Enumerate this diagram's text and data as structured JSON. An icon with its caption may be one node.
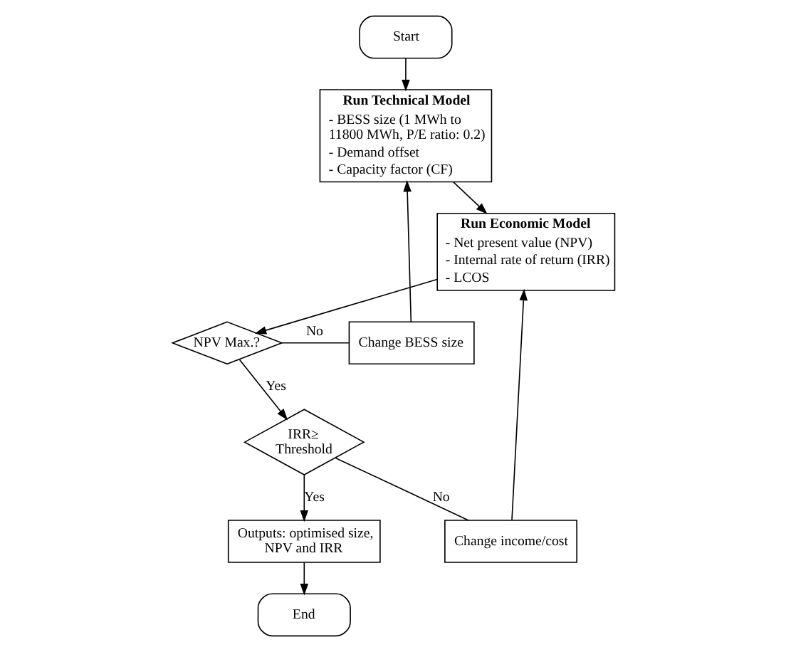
{
  "diagram": {
    "nodes": [
      {
        "text": [
          "Start"
        ]
      },
      {
        "text": [
          "Change BESS size"
        ]
      },
      {
        "text": [
          "Run Technical Model",
          "- BESS size (1 MWh to 11800 MWh, P/E ratio: 0.2)",
          "- Demand offset",
          "- Capacity factor (CF)"
        ]
      },
      {
        "text": [
          "NPV Max.?"
        ]
      },
      {
        "text": [
          "Run Economic Model",
          "- Net present value (NPV)",
          "- Internal rate of return (IRR)",
          "- LCOS"
        ]
      },
      {
        "text": [
          "IRR≥ Threshold"
        ]
      },
      {
        "text": [
          "Outputs: optimised size, NPV and IRR"
        ]
      },
      {
        "text": [
          "Change income/cost"
        ]
      },
      {
        "text": [
          "End"
        ]
      }
    ],
    "edges": [
      {
        "from": 0,
        "to": 2,
        "arrow": "to"
      },
      {
        "from": 1,
        "to": 2,
        "arrow": "to"
      },
      {
        "from": 2,
        "to": 4,
        "arrow": "to"
      },
      {
        "from": 7,
        "to": 4,
        "arrow": "to"
      },
      {
        "from": 4,
        "to": 3,
        "arrow": "to"
      },
      {
        "from": 3,
        "to": 1,
        "arrow": "none",
        "label": "No"
      },
      {
        "from": 3,
        "to": 5,
        "arrow": "to",
        "label": "Yes"
      },
      {
        "from": 5,
        "to": 7,
        "arrow": "none",
        "label": "No"
      },
      {
        "from": 5,
        "to": 6,
        "arrow": "to",
        "label": "Yes"
      },
      {
        "from": 6,
        "to": 8,
        "arrow": "to"
      }
    ]
  }
}
